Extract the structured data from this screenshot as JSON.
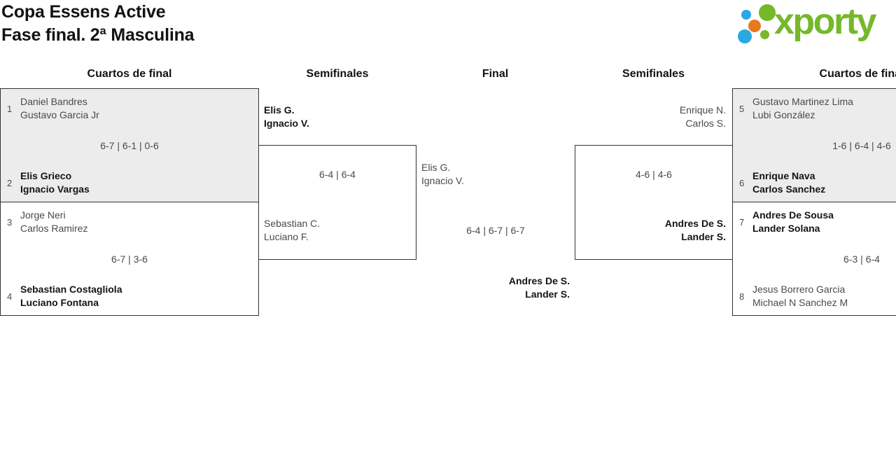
{
  "header": {
    "title_line1": "Copa Essens Active",
    "title_line2": "Fase final. 2ª Masculina",
    "logo_text": "xporty"
  },
  "rounds": [
    "Cuartos de final",
    "Semifinales",
    "Final",
    "Semifinales",
    "Cuartos de final"
  ],
  "colors": {
    "logo_green": "#76b82a",
    "logo_blue": "#29a9e0",
    "logo_orange": "#e87a1e",
    "box_gray": "#ececec",
    "border": "#333333",
    "text_muted": "#4a4a4a",
    "text_dark": "#141414"
  },
  "bracket": {
    "qf_left_top": {
      "score": "6-7 | 6-1 | 0-6",
      "top": {
        "seed": "1",
        "line1": "Daniel Bandres",
        "line2": "Gustavo Garcia Jr",
        "result": "loser"
      },
      "bottom": {
        "seed": "2",
        "line1": "Elis Grieco",
        "line2": "Ignacio Vargas",
        "result": "winner"
      }
    },
    "qf_left_bottom": {
      "score": "6-7 | 3-6",
      "top": {
        "seed": "3",
        "line1": "Jorge Neri",
        "line2": "Carlos Ramirez",
        "result": "loser"
      },
      "bottom": {
        "seed": "4",
        "line1": "Sebastian Costagliola",
        "line2": "Luciano Fontana",
        "result": "winner"
      }
    },
    "semi_left": {
      "score": "6-4 | 6-4",
      "top": {
        "line1": "Elis G.",
        "line2": "Ignacio V.",
        "result": "winner"
      },
      "bottom": {
        "line1": "Sebastian C.",
        "line2": "Luciano F.",
        "result": "loser"
      }
    },
    "final": {
      "score": "6-4 | 6-7 | 6-7",
      "top": {
        "line1": "Elis G.",
        "line2": "Ignacio V.",
        "result": "loser"
      },
      "bottom": {
        "line1": "Andres De S.",
        "line2": "Lander S.",
        "result": "winner"
      }
    },
    "semi_right": {
      "score": "4-6 | 4-6",
      "top": {
        "line1": "Enrique N.",
        "line2": "Carlos S.",
        "result": "loser"
      },
      "bottom": {
        "line1": "Andres De S.",
        "line2": "Lander S.",
        "result": "winner"
      }
    },
    "qf_right_top": {
      "score": "1-6 | 6-4 | 4-6",
      "top": {
        "seed": "5",
        "line1": "Gustavo Martinez Lima",
        "line2": "Lubi González",
        "result": "loser"
      },
      "bottom": {
        "seed": "6",
        "line1": "Enrique Nava",
        "line2": "Carlos Sanchez",
        "result": "winner"
      }
    },
    "qf_right_bottom": {
      "score": "6-3 | 6-4",
      "top": {
        "seed": "7",
        "line1": "Andres De Sousa",
        "line2": "Lander Solana",
        "result": "winner"
      },
      "bottom": {
        "seed": "8",
        "line1": "Jesus Borrero Garcia",
        "line2": "Michael N Sanchez M",
        "result": "loser"
      }
    }
  }
}
